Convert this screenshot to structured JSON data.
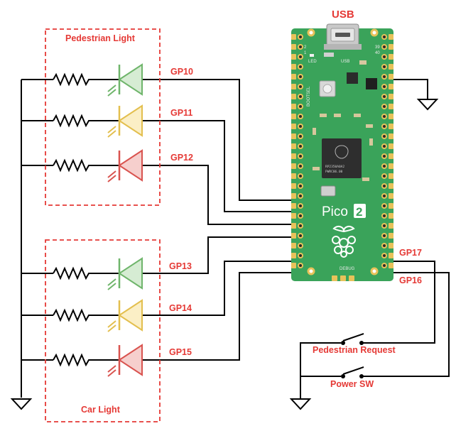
{
  "labels": {
    "usb": "USB",
    "pedestrian_light": "Pedestrian Light",
    "car_light": "Car Light",
    "gp10": "GP10",
    "gp11": "GP11",
    "gp12": "GP12",
    "gp13": "GP13",
    "gp14": "GP14",
    "gp15": "GP15",
    "gp16": "GP16",
    "gp17": "GP17",
    "pedestrian_request": "Pedestrian Request",
    "power_sw": "Power SW"
  },
  "board": {
    "logo_text": "Pico",
    "logo_digit": "2",
    "led_label": "LED",
    "usb_label": "USB",
    "bootsel_label": "BOOTSEL",
    "debug_label": "DEBUG",
    "chip_line1": "RP2350A0A2",
    "chip_line2": "PWRC06.00",
    "pin_numbers_top": [
      "1",
      "2",
      "39",
      "40"
    ]
  },
  "colors": {
    "label_red": "#e53935",
    "board_green": "#3aa35a",
    "led_green": "#6fb56b",
    "led_yellow": "#e3bf4e",
    "led_red": "#d9534f"
  }
}
